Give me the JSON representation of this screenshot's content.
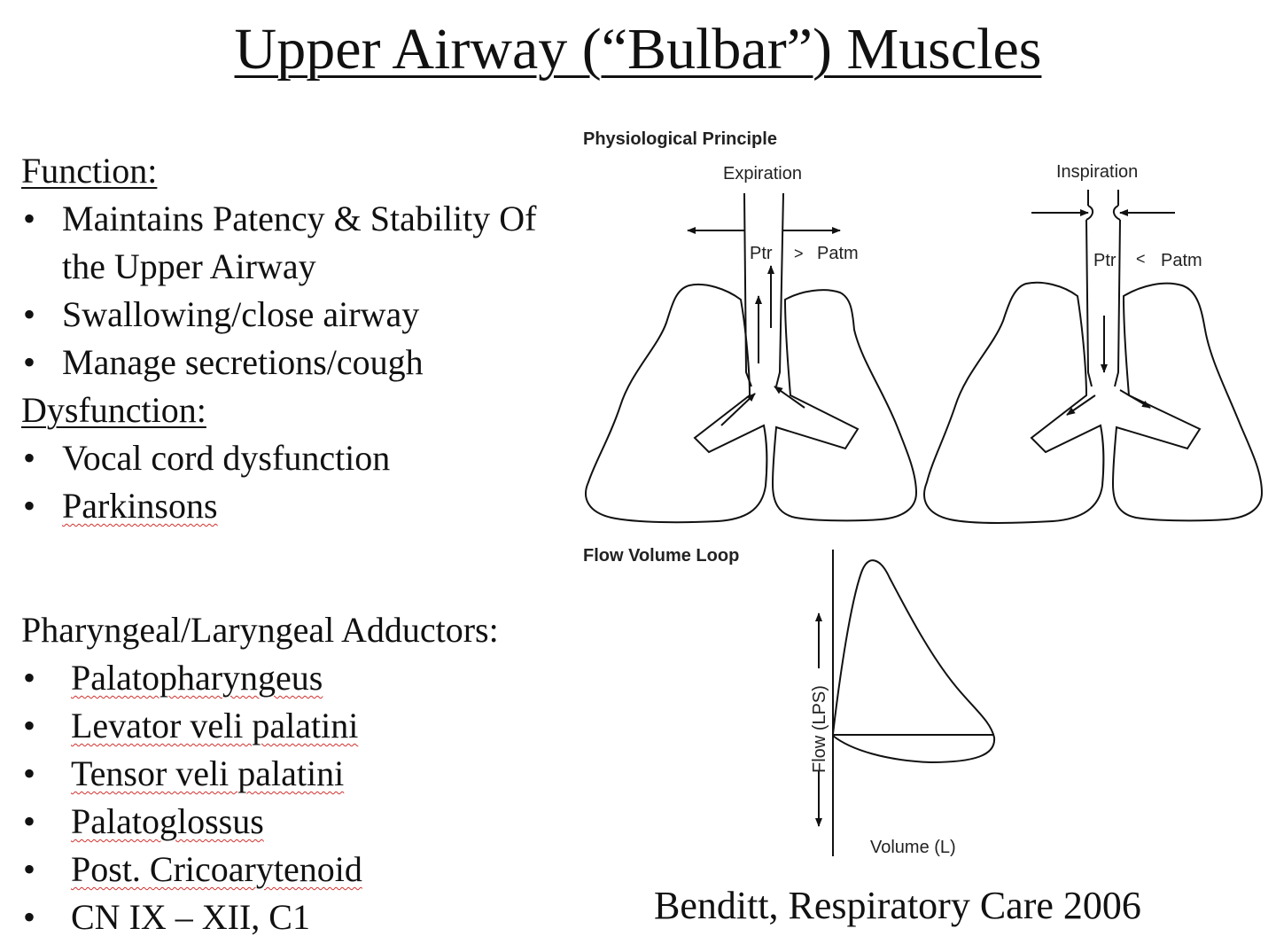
{
  "title": "Upper Airway (“Bulbar”) Muscles",
  "function": {
    "heading": "Function:",
    "items": [
      "Maintains Patency & Stability Of the Upper Airway",
      "Swallowing/close airway",
      "Manage secretions/cough"
    ]
  },
  "dysfunction": {
    "heading": "Dysfunction:",
    "items": [
      "Vocal cord dysfunction",
      "Parkinsons"
    ]
  },
  "adductors": {
    "heading": "Pharyngeal/Laryngeal Adductors:",
    "items": [
      "Palatopharyngeus",
      "Levator veli palatini",
      "Tensor veli palatini",
      "Palatoglossus",
      "Post. Cricoarytenoid",
      "CN IX – XII, C1"
    ]
  },
  "physiology": {
    "label": "Physiological Principle",
    "expiration": {
      "label": "Expiration",
      "ptr": "Ptr",
      "op": ">",
      "patm": "Patm"
    },
    "inspiration": {
      "label": "Inspiration",
      "ptr": "Ptr",
      "op": "<",
      "patm": "Patm"
    }
  },
  "flow_volume": {
    "label": "Flow Volume Loop",
    "y_axis": "Flow (LPS)",
    "x_axis": "Volume (L)"
  },
  "citation": "Benditt, Respiratory Care 2006"
}
